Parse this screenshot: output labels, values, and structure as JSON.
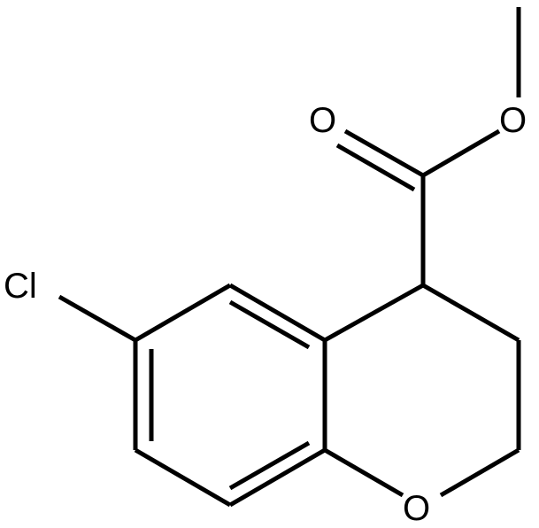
{
  "molecule": {
    "atoms": {
      "chlorine": "Cl",
      "carbonyl_oxygen": "O",
      "ester_oxygen": "O",
      "ring_oxygen": "O"
    },
    "colors": {
      "bond": "#000000",
      "label": "#000000",
      "background": "#ffffff"
    }
  }
}
